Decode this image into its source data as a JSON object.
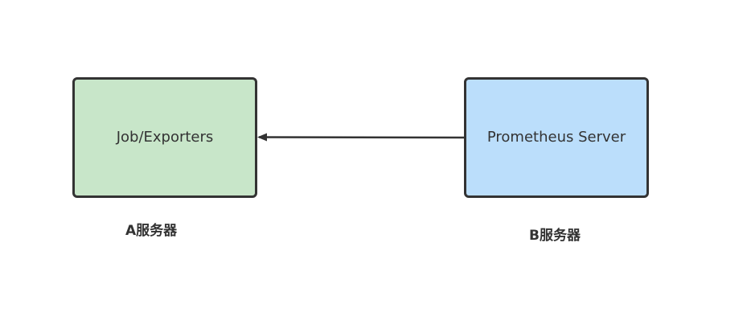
{
  "nodes": {
    "exporter": {
      "label": "Job/Exporters",
      "fill": "#c8e6c9"
    },
    "server": {
      "label": "Prometheus Server",
      "fill": "#bbdefb"
    }
  },
  "captions": {
    "server_a": "A服务器",
    "server_b": "B服务器"
  },
  "edges": [
    {
      "from": "Prometheus Server",
      "to": "Job/Exporters",
      "style": "solid",
      "arrow": "end"
    }
  ],
  "colors": {
    "stroke": "#333333",
    "text": "#333333"
  }
}
